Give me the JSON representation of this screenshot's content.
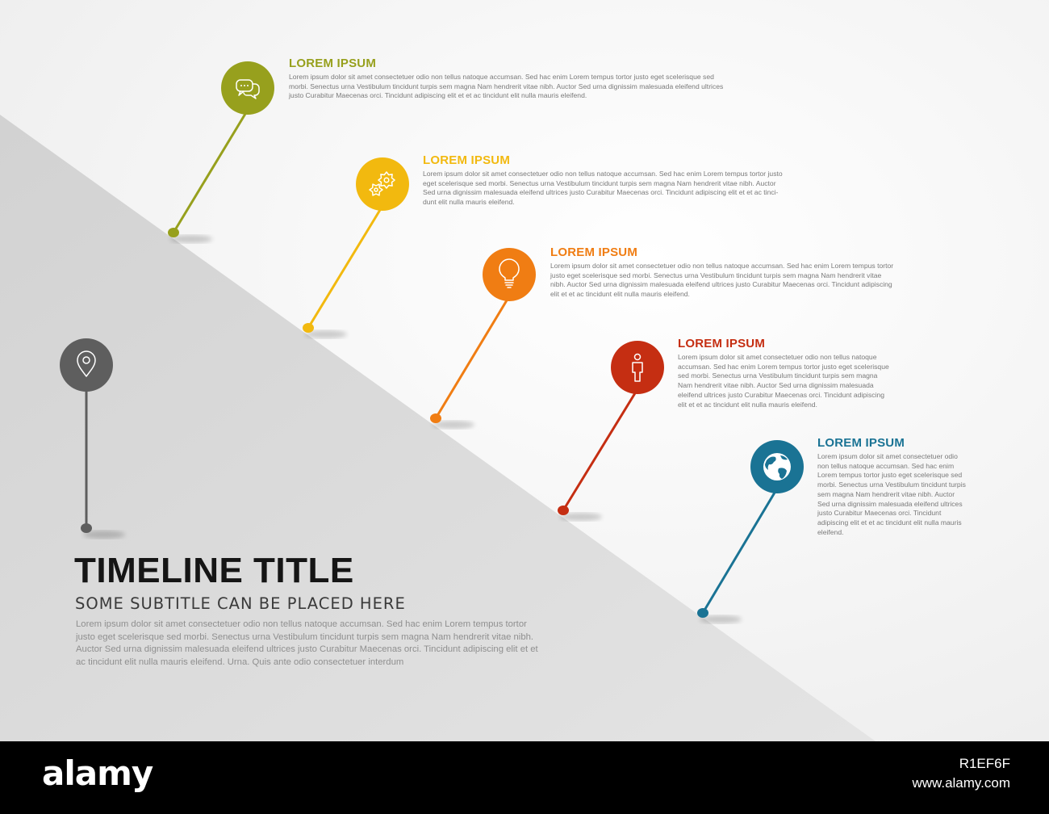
{
  "colors": {
    "olive": "#97a01d",
    "yellow": "#f2b90f",
    "orange": "#f07d13",
    "red": "#c52e12",
    "teal": "#1a7394",
    "dark_gray": "#5e5e5e",
    "panel_gray": "#d9d9d9",
    "background": "#ffffff"
  },
  "start_marker": {
    "icon": "location-pin-icon",
    "color": "#5e5e5e"
  },
  "items": [
    {
      "title": "LOREM IPSUM",
      "icon": "speech-bubbles-icon",
      "color": "#97a01d",
      "text": [
        "Lorem ipsum dolor sit amet consectetuer odio non tellus natoque accumsan. Sed hac enim Lorem tempus tortor justo eget scelerisque sed",
        "morbi. Senectus urna Vestibulum tincidunt turpis sem magna Nam hendrerit vitae nibh. Auctor Sed urna dignissim malesuada eleifend ultrices",
        "justo Curabitur Maecenas orci. Tincidunt adipiscing elit et et ac tincidunt elit nulla mauris eleifend."
      ]
    },
    {
      "title": "LOREM IPSUM",
      "icon": "gears-icon",
      "color": "#f2b90f",
      "text": [
        "Lorem ipsum dolor sit amet consectetuer odio non tellus natoque accumsan. Sed hac enim Lorem tempus tortor justo",
        "eget scelerisque sed morbi. Senectus urna Vestibulum tincidunt turpis sem magna Nam hendrerit vitae nibh. Auctor",
        "Sed urna dignissim malesuada eleifend ultrices justo Curabitur Maecenas orci. Tincidunt adipiscing elit et et ac tinci-",
        "dunt elit nulla mauris eleifend."
      ]
    },
    {
      "title": "LOREM IPSUM",
      "icon": "light-bulb-icon",
      "color": "#f07d13",
      "text": [
        "Lorem ipsum dolor sit amet consectetuer odio non tellus natoque accumsan. Sed hac enim Lorem tempus tortor",
        "justo eget scelerisque sed morbi. Senectus urna Vestibulum tincidunt turpis sem magna Nam hendrerit vitae",
        "nibh. Auctor Sed urna dignissim malesuada eleifend ultrices justo Curabitur Maecenas orci. Tincidunt adipiscing",
        "elit et et ac tincidunt elit nulla mauris eleifend."
      ]
    },
    {
      "title": "LOREM IPSUM",
      "icon": "person-icon",
      "color": "#c52e12",
      "text": [
        "Lorem ipsum dolor sit amet consectetuer odio non tellus natoque",
        "accumsan. Sed hac enim Lorem tempus tortor justo eget scelerisque",
        "sed morbi. Senectus urna Vestibulum tincidunt turpis sem magna",
        "Nam hendrerit vitae nibh. Auctor Sed urna dignissim malesuada",
        "eleifend ultrices justo Curabitur Maecenas orci. Tincidunt adipiscing",
        "elit et et ac tincidunt elit nulla mauris eleifend."
      ]
    },
    {
      "title": "LOREM IPSUM",
      "icon": "globe-icon",
      "color": "#1a7394",
      "text": [
        "Lorem ipsum dolor sit amet consectetuer odio",
        "non tellus natoque accumsan. Sed hac enim",
        "Lorem tempus tortor justo eget scelerisque sed",
        "morbi. Senectus urna Vestibulum tincidunt turpis",
        "sem magna Nam hendrerit vitae nibh. Auctor",
        "Sed urna dignissim malesuada eleifend ultrices",
        "justo Curabitur Maecenas orci. Tincidunt",
        "adipiscing elit et et ac tincidunt elit nulla mauris",
        "eleifend."
      ]
    }
  ],
  "main": {
    "title": "TIMELINE TITLE",
    "subtitle": "SOME SUBTITLE CAN BE PLACED HERE",
    "body": [
      "Lorem ipsum dolor sit amet consectetuer odio non tellus natoque accumsan. Sed hac enim Lorem tempus tortor",
      "justo eget scelerisque sed morbi. Senectus urna Vestibulum tincidunt turpis sem magna Nam hendrerit vitae nibh.",
      "Auctor Sed urna dignissim malesuada eleifend ultrices justo Curabitur Maecenas orci. Tincidunt adipiscing elit et et",
      "ac tincidunt elit nulla mauris eleifend. Urna. Quis ante odio consectetuer interdum"
    ]
  },
  "watermark": {
    "brand": "alamy",
    "image_id": "R1EF6F",
    "url": "www.alamy.com"
  }
}
